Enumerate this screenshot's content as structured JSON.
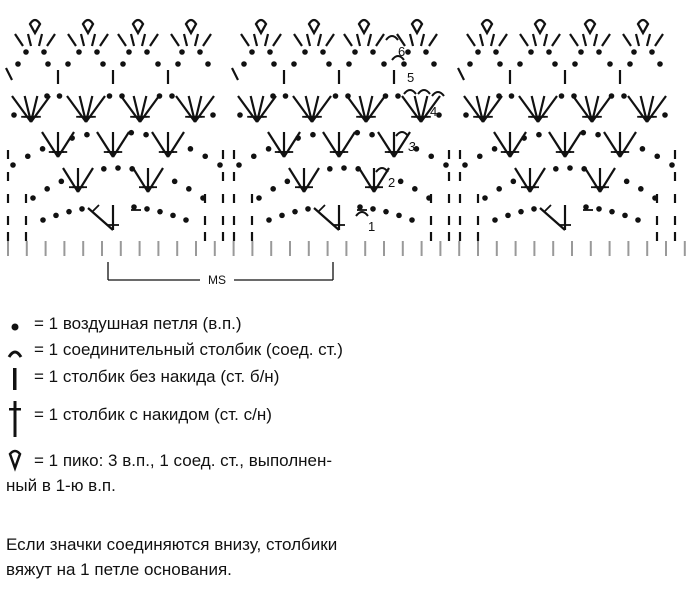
{
  "diagram": {
    "repeat_label": "MS",
    "row_numbers": [
      "1",
      "2",
      "3",
      "4",
      "5",
      "6"
    ],
    "repeats": 3
  },
  "legend": [
    {
      "icon": "chain-stitch-dot-icon",
      "text": "= 1 воздушная петля (в.п.)"
    },
    {
      "icon": "slip-stitch-arc-icon",
      "text": "= 1 соединительный столбик (соед. ст.)"
    },
    {
      "icon": "single-crochet-bar-icon",
      "text": "= 1 столбик без накида (ст. б/н)"
    },
    {
      "icon": "double-crochet-cross-icon",
      "text": "= 1 столбик с накидом (ст. с/н)"
    },
    {
      "icon": "picot-icon",
      "text": "= 1 пико: 3 в.п., 1 соед. ст., выполнен-",
      "text2": "ный в 1-ю в.п."
    }
  ],
  "note": {
    "line1": "Если значки соединяются внизу, столбики",
    "line2": "вяжут на 1 петле основания."
  }
}
